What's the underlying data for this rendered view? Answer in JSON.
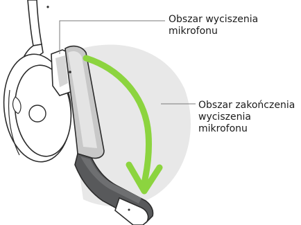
{
  "labels": {
    "mute_area_line1": "Obszar wyciszenia",
    "mute_area_line2": "mikrofonu",
    "unmute_area_line1": "Obszar zakończenia",
    "unmute_area_line2": "wyciszenia",
    "unmute_area_line3": "mikrofonu"
  },
  "colors": {
    "zone_fill": "#e8e8e8",
    "arrow_green": "#8cd43f",
    "boom_dark": "#58595b",
    "outline": "#2b2b2b",
    "leader_line": "#7a7a7a"
  },
  "icons": {
    "arrow": "curved-arrow-down-icon"
  }
}
